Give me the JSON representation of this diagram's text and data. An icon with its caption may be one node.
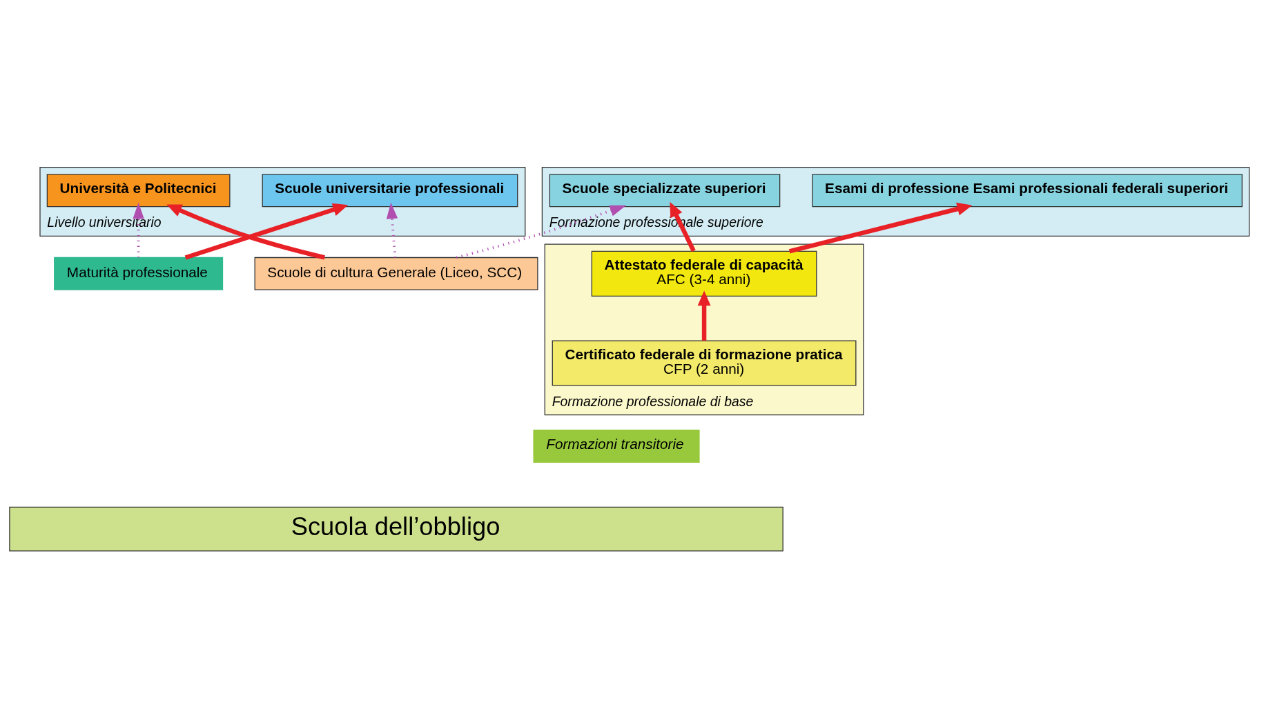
{
  "diagram": {
    "nodes": [
      {
        "text": [
          "Formazione professionale superiore"
        ]
      },
      {
        "text": [
          "Scuole specializzate superiori"
        ],
        "in": 0
      },
      {
        "text": [
          "Esami di professione Esami professionali federali superiori"
        ],
        "in": 0
      },
      {
        "text": [
          "Livello universitario"
        ]
      },
      {
        "text": [
          "Scuole universitarie professionali"
        ],
        "in": 3
      },
      {
        "text": [
          "Università e Politecnici"
        ],
        "in": 3
      },
      {
        "text": [
          "Formazione professionale di base"
        ]
      },
      {
        "text": [
          "Certificato federale di formazione pratica",
          "CFP (2 anni)"
        ],
        "in": 6
      },
      {
        "text": [
          "Attestato federale di capacità",
          "AFC (3-4 anni)"
        ],
        "in": 6
      },
      {
        "text": [
          "Maturità professionale"
        ]
      },
      {
        "text": [
          "Scuole di cultura Generale (Liceo, SCC)"
        ]
      },
      {
        "text": [
          "Formazioni transitorie"
        ]
      },
      {
        "text": [
          "Scuola dell’obbligo"
        ]
      }
    ],
    "edges": [
      {
        "from": 8,
        "to": 1,
        "arrow": "to"
      },
      {
        "from": 8,
        "to": 2,
        "arrow": "to"
      },
      {
        "from": 9,
        "to": 4,
        "arrow": "to"
      },
      {
        "from": 10,
        "to": 5,
        "arrow": "to"
      },
      {
        "from": 7,
        "to": 8,
        "arrow": "to"
      },
      {
        "from": 10,
        "to": 1,
        "arrow": "to",
        "style": "dashed",
        "color": "#b04fb0"
      },
      {
        "from": 10,
        "to": 4,
        "arrow": "to",
        "style": "dashed",
        "color": "#b04fb0"
      },
      {
        "from": 9,
        "to": 5,
        "arrow": "to",
        "style": "dashed",
        "color": "#b04fb0"
      }
    ]
  }
}
